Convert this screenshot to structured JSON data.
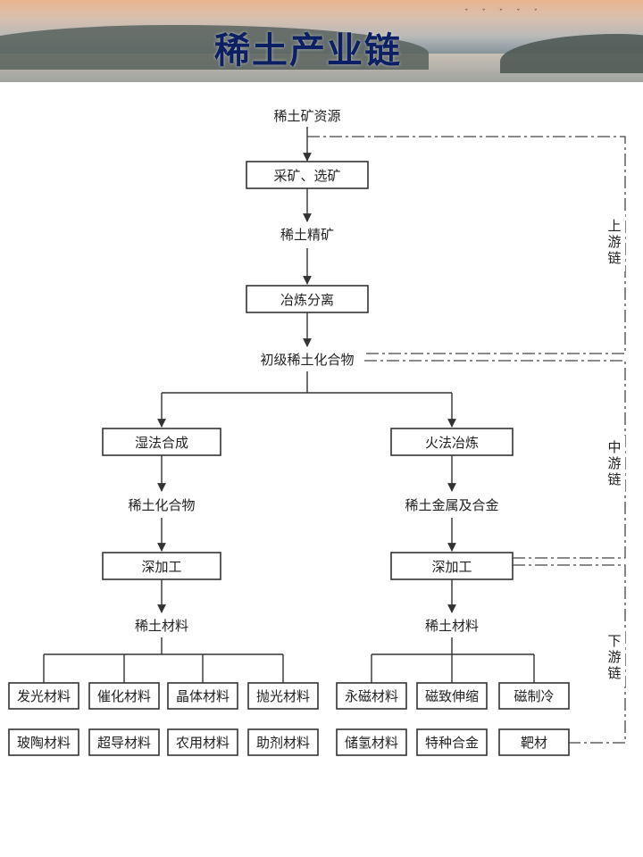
{
  "title": "稀土产业链",
  "flow": {
    "resource": "稀土矿资源",
    "mining": "采矿、选矿",
    "concentrate": "稀土精矿",
    "smelting": "冶炼分离",
    "primary": "初级稀土化合物"
  },
  "left_branch": {
    "process": "湿法合成",
    "product": "稀土化合物",
    "deep": "深加工",
    "material": "稀土材料",
    "items_row1": [
      "发光材料",
      "催化材料",
      "晶体材料",
      "抛光材料"
    ],
    "items_row2": [
      "玻陶材料",
      "超导材料",
      "农用材料",
      "助剂材料"
    ]
  },
  "right_branch": {
    "process": "火法冶炼",
    "product": "稀土金属及合金",
    "deep": "深加工",
    "material": "稀土材料",
    "items_row1": [
      "永磁材料",
      "磁致伸缩",
      "磁制冷"
    ],
    "items_row2": [
      "储氢材料",
      "特种合金",
      "靶材"
    ]
  },
  "chain_labels": {
    "upstream": [
      "上",
      "游",
      "链"
    ],
    "midstream": [
      "中",
      "游",
      "链"
    ],
    "downstream": [
      "下",
      "游",
      "链"
    ]
  },
  "colors": {
    "title": "#0d1f63",
    "line": "#333333"
  }
}
